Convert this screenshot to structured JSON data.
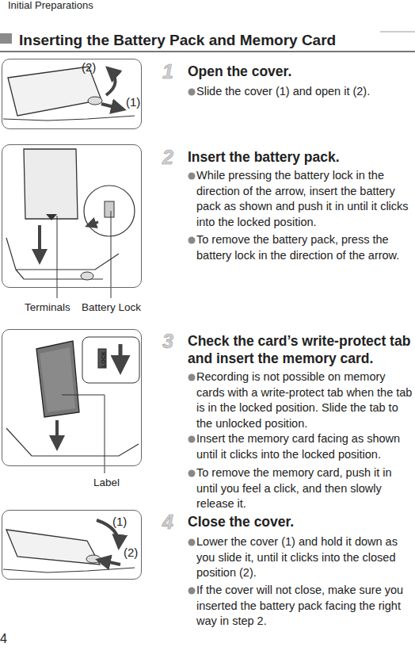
{
  "diagram": {
    "title": "Inserting the Battery Pack and Memory Card",
    "nodes": [
      {
        "text": [
          "(2)",
          "(1)"
        ]
      },
      {
        "text": [
          "Terminals",
          "Battery Lock"
        ]
      },
      {
        "text": [
          "LOCK",
          "Label"
        ]
      },
      {
        "text": [
          "(1)",
          "(2)"
        ]
      }
    ],
    "labels": [
      "Initial Preparations",
      "1",
      "Open the cover.",
      "Slide the cover (1) and open it (2).",
      "2",
      "Insert the battery pack.",
      "While pressing the battery lock in the direction of the arrow, insert the battery pack as shown and push it in until it clicks into the locked position.",
      "To remove the battery pack, press the battery lock in the direction of the arrow.",
      "3",
      "Check the card’s write-protect tab and insert the memory card.",
      "Recording is not possible on memory cards with a write-protect tab when the tab is in the locked position. Slide the tab to the unlocked position.",
      "Insert the memory card facing as shown until it clicks into the locked position.",
      "To remove the memory card, push it in until you feel a click, and then slowly release it.",
      "4",
      "Close the cover.",
      "Lower the cover (1) and hold it down as you slide it, until it clicks into the closed position (2).",
      "If the cover will not close, make sure you inserted the battery pack facing the right way in step 2.",
      "4"
    ]
  }
}
